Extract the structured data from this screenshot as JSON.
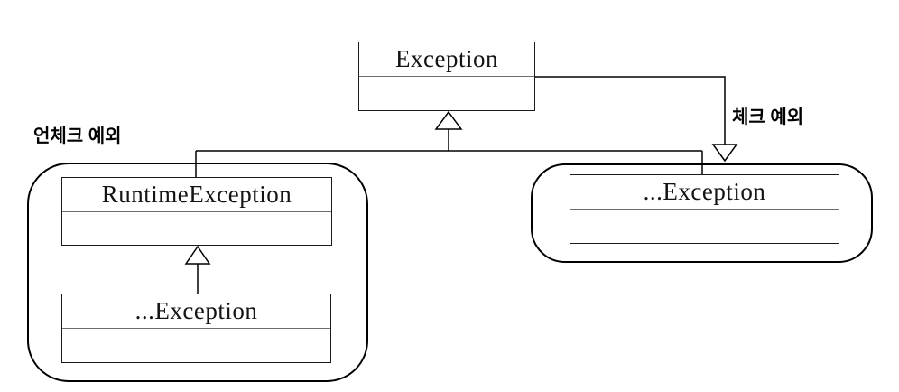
{
  "diagram": {
    "type": "uml-class-inheritance-diagram",
    "classes": {
      "exception": {
        "name": "Exception"
      },
      "runtime_exception": {
        "name": "RuntimeException"
      },
      "unchecked_child": {
        "name": "...Exception"
      },
      "checked_child": {
        "name": "...Exception"
      }
    },
    "group_labels": {
      "unchecked": "언체크 예외",
      "checked": "체크 예외"
    },
    "colors": {
      "line": "#000000",
      "background": "#ffffff",
      "divider": "#6b6b6b"
    }
  }
}
